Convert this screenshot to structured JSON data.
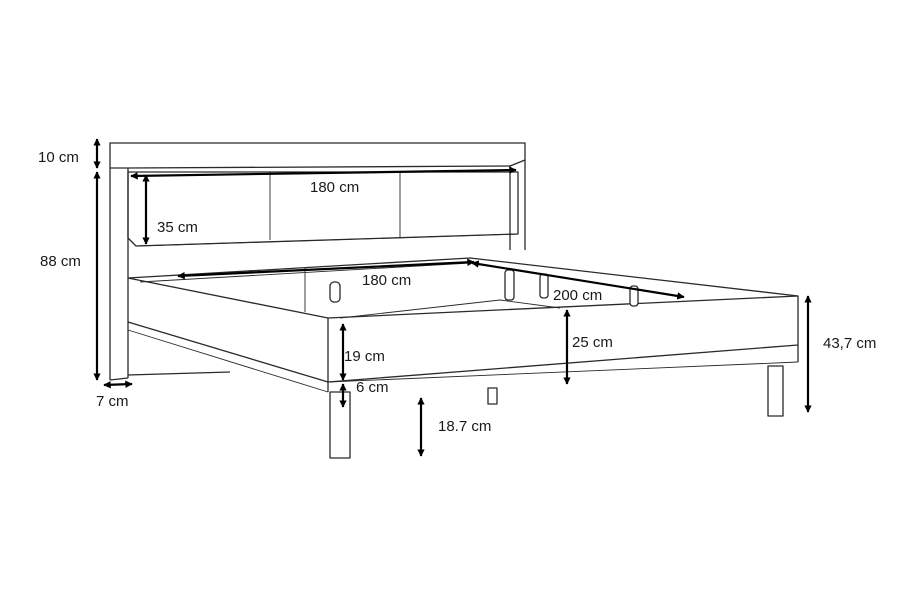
{
  "dimensions": {
    "headboard_top": "10 cm",
    "headboard_height": "88 cm",
    "leg_width": "7 cm",
    "panel_width": "180 cm",
    "panel_height": "35 cm",
    "inner_width": "180 cm",
    "inner_length": "200 cm",
    "side_rail": "19 cm",
    "rail_gap": "6 cm",
    "clearance": "18.7 cm",
    "frame_height": "25 cm",
    "total_height": "43,7 cm"
  }
}
